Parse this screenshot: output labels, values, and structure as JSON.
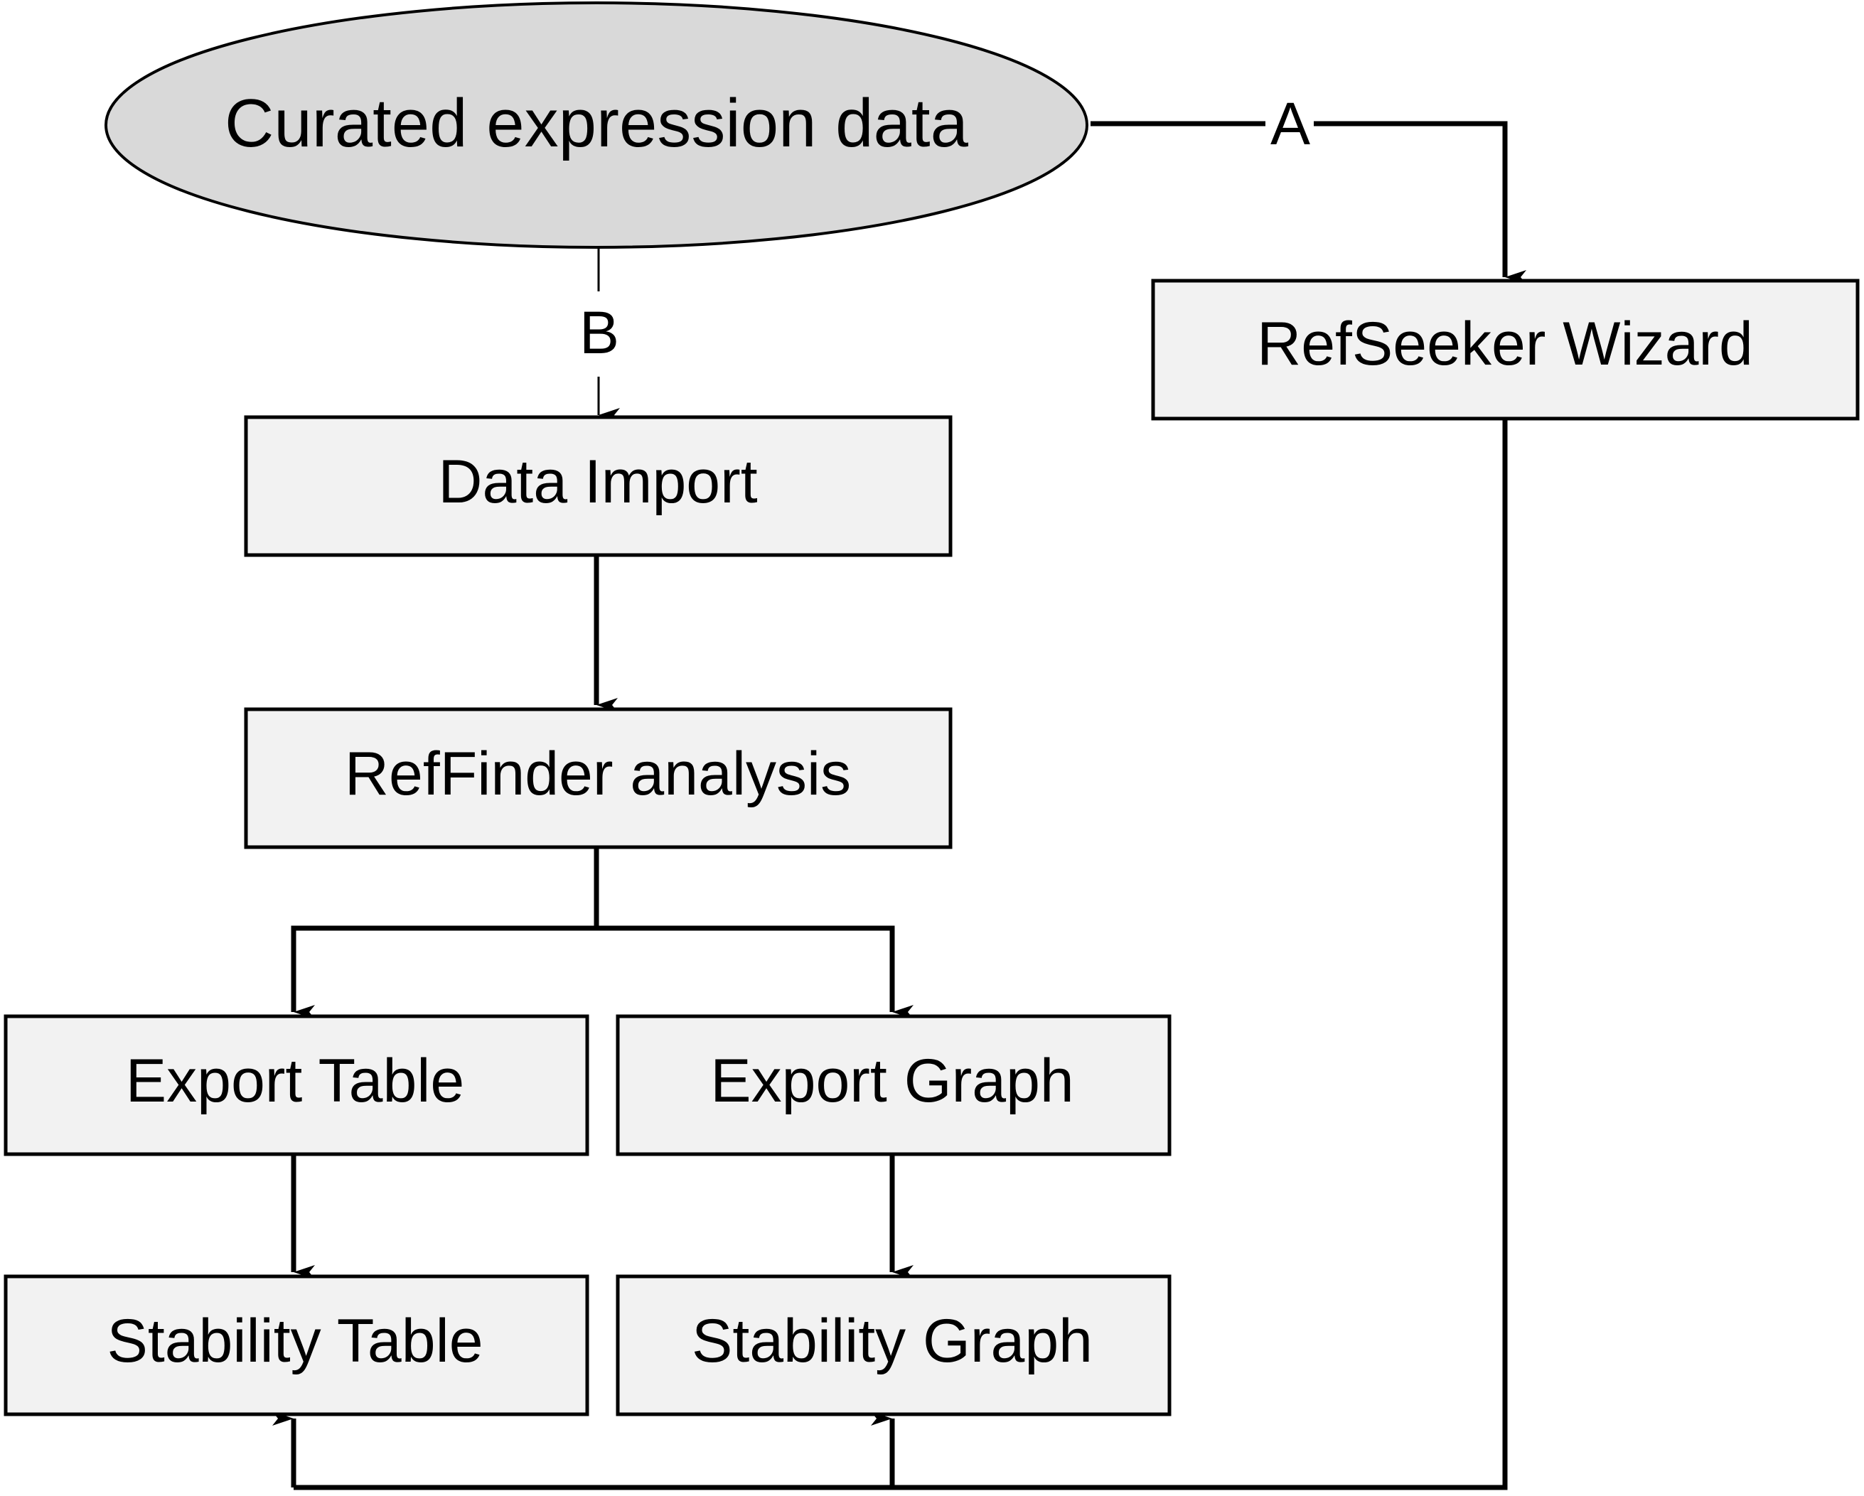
{
  "diagram": {
    "type": "flowchart",
    "colors": {
      "source_fill": "#d9d9d9",
      "box_fill": "#f2f2f2",
      "stroke": "#000000"
    },
    "nodes": {
      "source": {
        "label": "Curated expression data",
        "shape": "ellipse"
      },
      "refseeker": {
        "label": "RefSeeker Wizard"
      },
      "data_import": {
        "label": "Data Import"
      },
      "reffinder": {
        "label": "RefFinder analysis"
      },
      "export_table": {
        "label": "Export Table"
      },
      "export_graph": {
        "label": "Export Graph"
      },
      "stability_table": {
        "label": "Stability Table"
      },
      "stability_graph": {
        "label": "Stability Graph"
      }
    },
    "edges": [
      {
        "from": "source",
        "to": "refseeker",
        "label": "A",
        "style": "solid"
      },
      {
        "from": "source",
        "to": "data_import",
        "label": "B",
        "style": "thin"
      },
      {
        "from": "data_import",
        "to": "reffinder",
        "label": ""
      },
      {
        "from": "reffinder",
        "to": "export_table",
        "label": ""
      },
      {
        "from": "reffinder",
        "to": "export_graph",
        "label": ""
      },
      {
        "from": "export_table",
        "to": "stability_table",
        "label": ""
      },
      {
        "from": "export_graph",
        "to": "stability_graph",
        "label": ""
      },
      {
        "from": "refseeker",
        "to": "stability_table",
        "label": ""
      },
      {
        "from": "refseeker",
        "to": "stability_graph",
        "label": ""
      }
    ],
    "edge_labels": {
      "a": "A",
      "b": "B"
    }
  }
}
